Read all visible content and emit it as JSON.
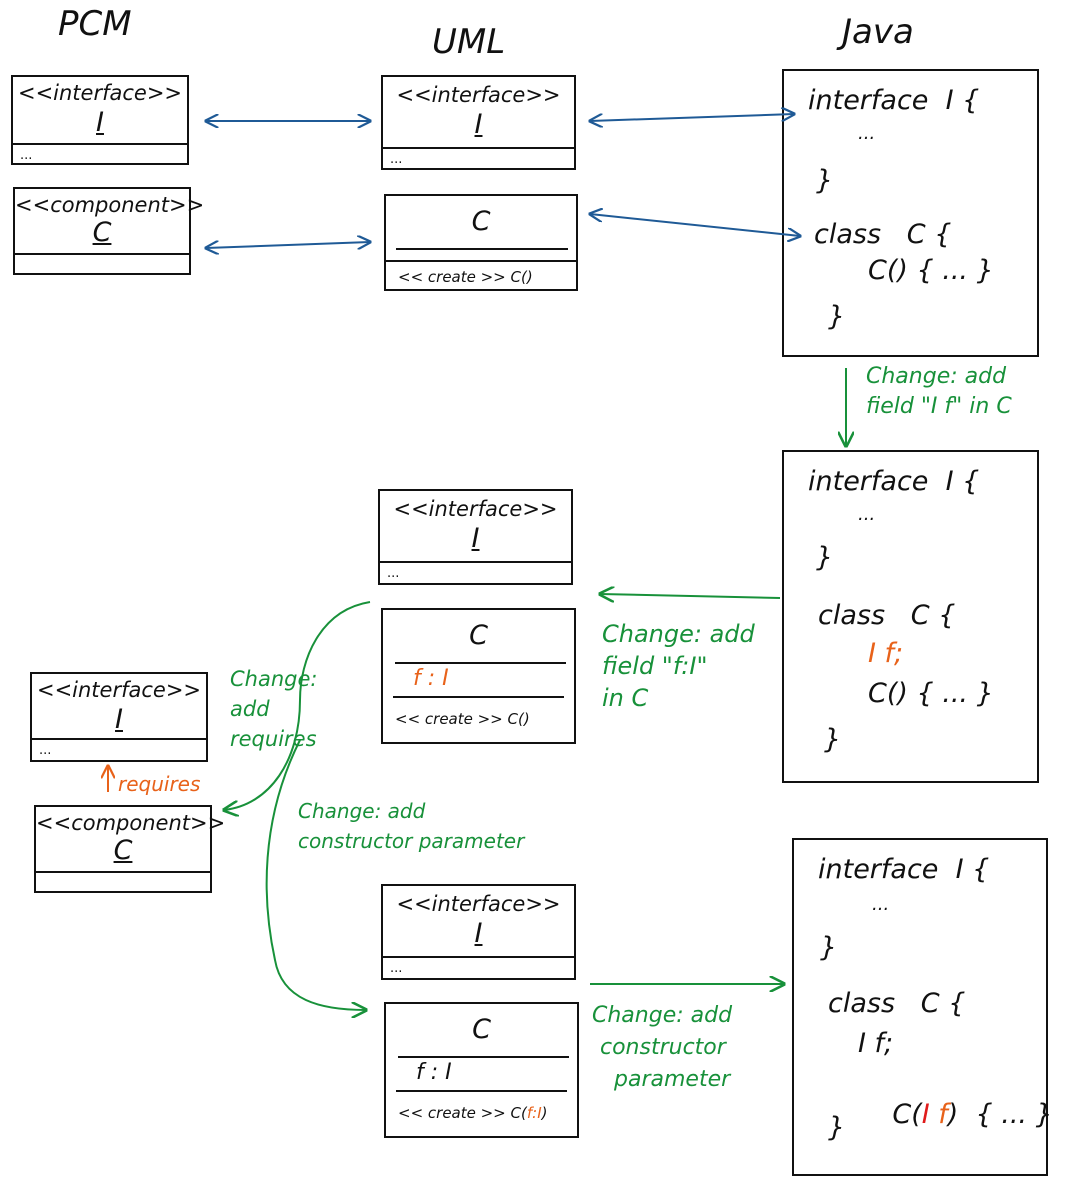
{
  "headers": {
    "pcm": "PCM",
    "uml": "UML",
    "java": "Java"
  },
  "stereotypes": {
    "interface": "<<interface>>",
    "component": "<<component>>"
  },
  "names": {
    "interface": "I",
    "class": "C"
  },
  "dots": "...",
  "uml": {
    "create_op": "<< create >> C()",
    "create_prefix": "<< create >> C(",
    "create_param": "f:I",
    "create_suffix": ")",
    "field": "f : I"
  },
  "java": {
    "interface_line": "interface  I {",
    "dots": "...",
    "close": "}",
    "class_line": "class   C {",
    "field_line": "I f;",
    "ctor_line": "C() { ... }",
    "ctor_prefix": "C(",
    "ctor_param_type": "I",
    "ctor_param_name": " f",
    "ctor_suffix": ")  { ... }"
  },
  "annotations": {
    "change_add_field": [
      "Change: add",
      "field \"I f\" in C"
    ],
    "change_add_field_uml": [
      "Change: add",
      "field \"f:I\"",
      "in C"
    ],
    "change_add_requires": [
      "Change:",
      "add",
      "requires"
    ],
    "requires": "requires",
    "change_add_ctor_param_uml": [
      "Change: add",
      "constructor parameter"
    ],
    "change_add_ctor_param_java": [
      "Change: add",
      "constructor",
      "parameter"
    ]
  },
  "colors": {
    "blue": "#1f5a96",
    "green": "#18913a",
    "orange": "#e8621a",
    "red": "#e01b1b"
  }
}
